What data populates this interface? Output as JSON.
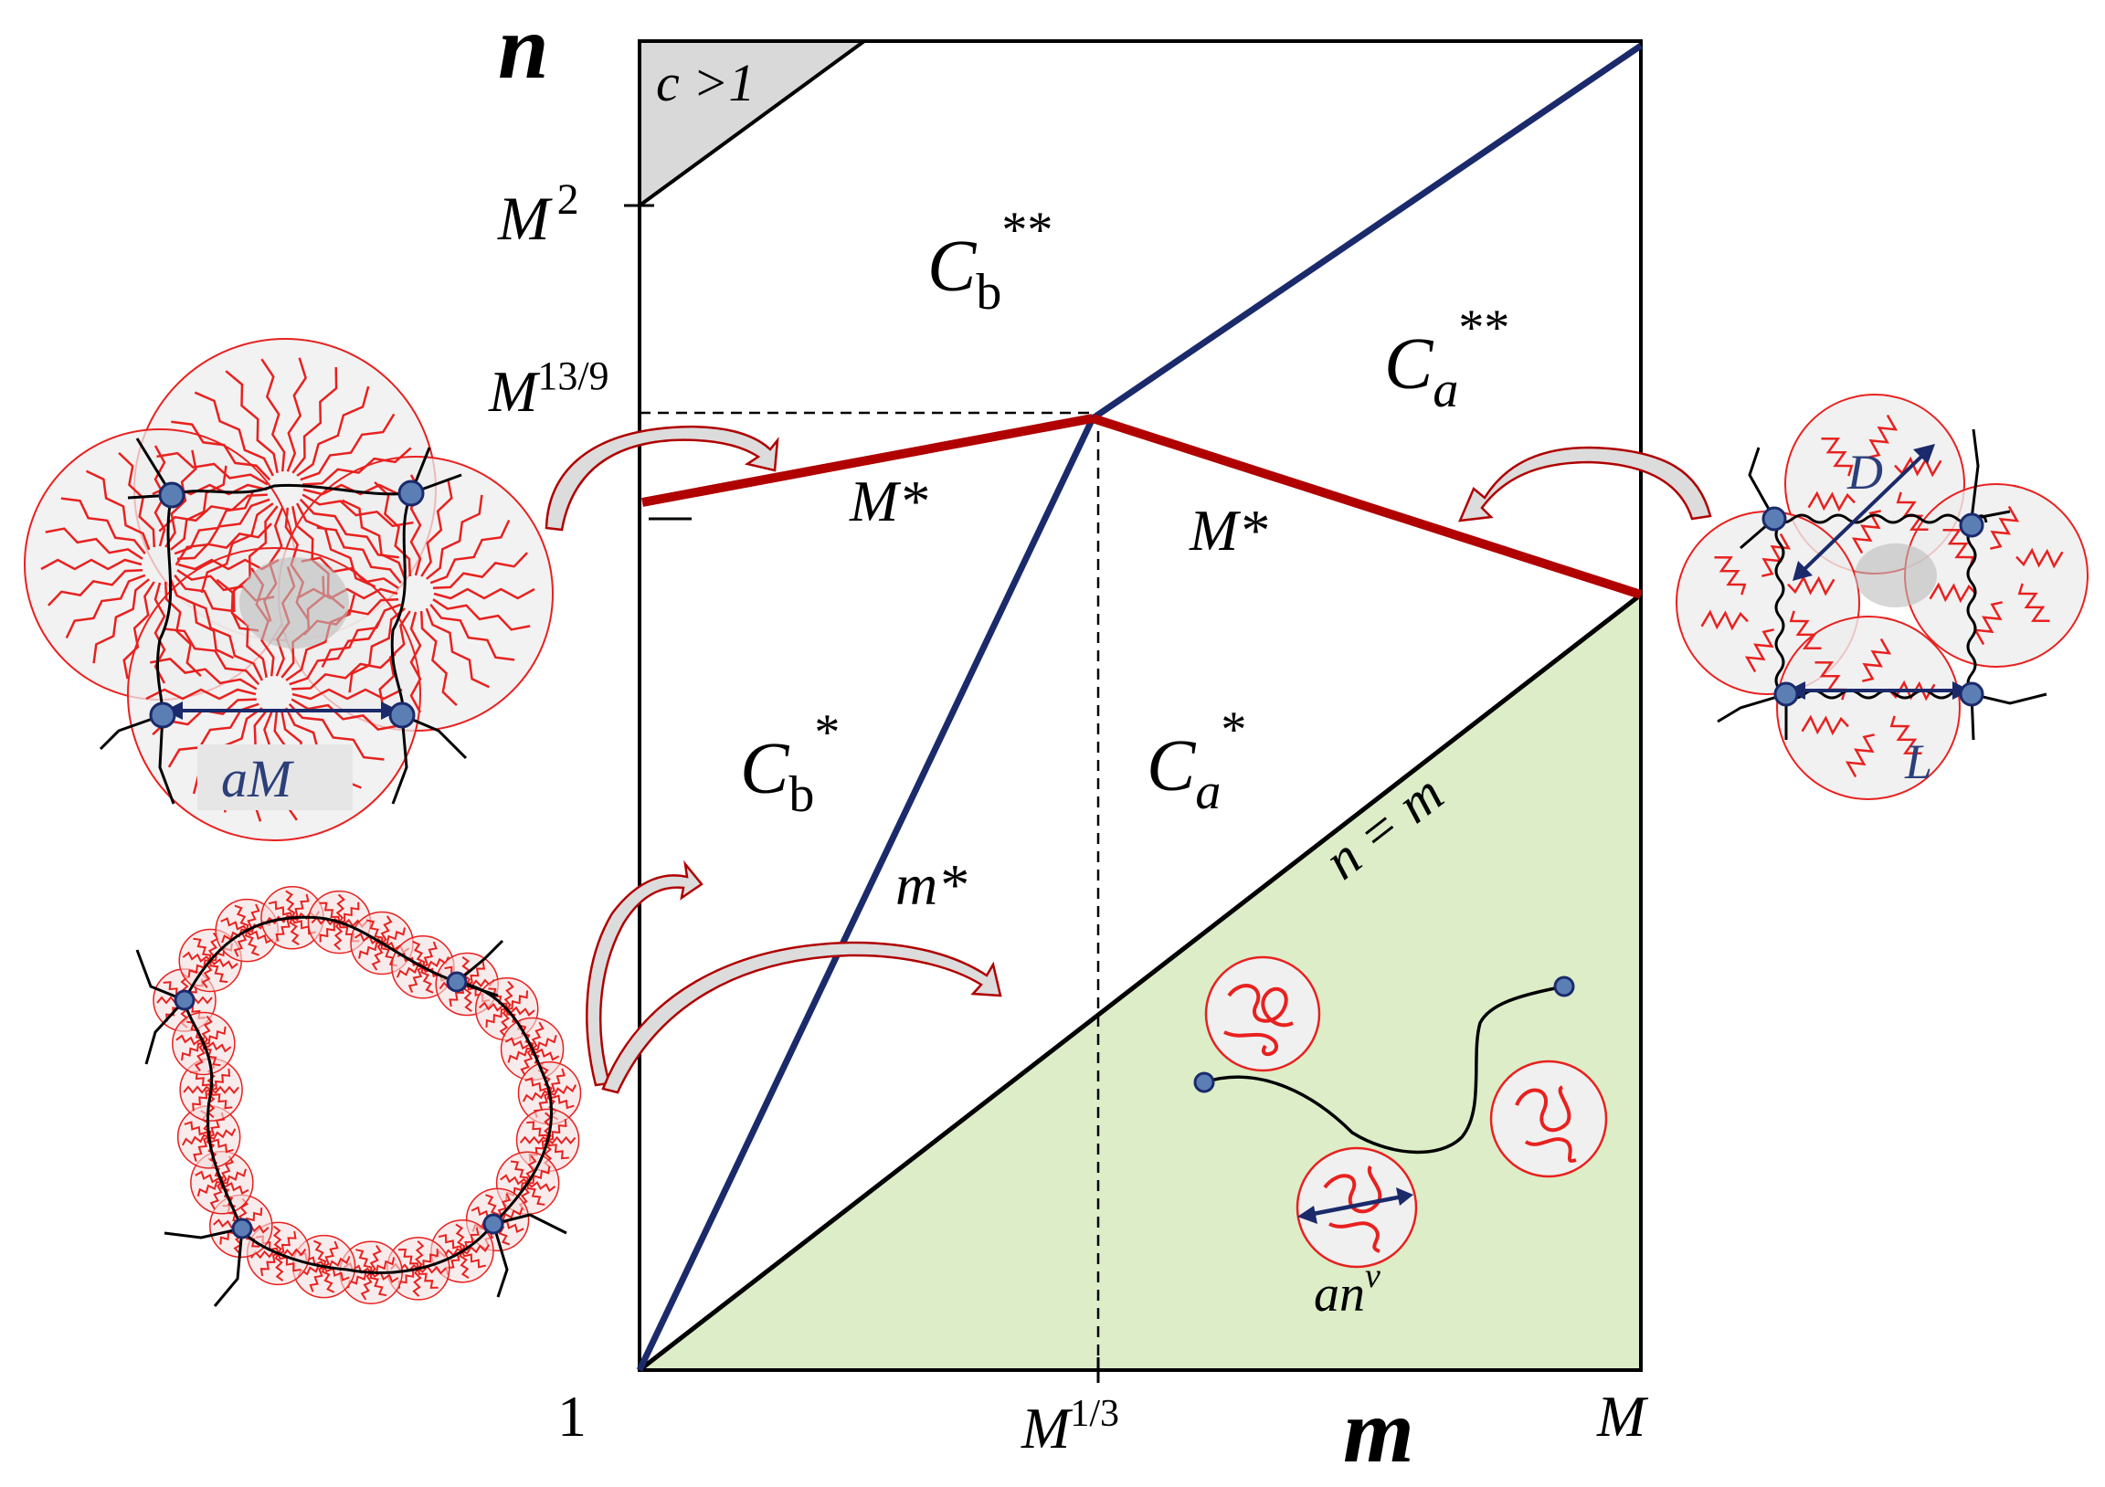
{
  "axes": {
    "y_symbol": "n",
    "x_symbol": "m",
    "origin": "1",
    "x_mid": {
      "base": "M",
      "sup": "1/3"
    },
    "x_end": "M",
    "y_ticks": [
      {
        "base": "M",
        "sup": "2"
      },
      {
        "base": "M",
        "sup": "13/9"
      }
    ]
  },
  "regions": {
    "c_gt_1": {
      "text": "c >1"
    },
    "Cb_ss": {
      "base": "C",
      "sub": "b",
      "sup": "**"
    },
    "Ca_ss": {
      "base": "C",
      "sub": "a",
      "sup": "**"
    },
    "Cb_s": {
      "base": "C",
      "sub": "b",
      "sup": "*"
    },
    "Ca_s": {
      "base": "C",
      "sub": "a",
      "sup": "*"
    }
  },
  "lines": {
    "M_star_left": "M*",
    "M_star_right": "M*",
    "m_star": "m*",
    "n_eq_m": "n = m"
  },
  "insets": {
    "top_left_label": "aM",
    "top_right_D": "D",
    "top_right_L": "L",
    "bottom_right_label": {
      "base": "an",
      "sup": "ν"
    }
  },
  "colors": {
    "blue_line": "#1b2a6b",
    "red_line": "#b00000",
    "green_fill": "#dcedc8",
    "grey_fill": "#d9d9d9",
    "bead_red": "#e8211f",
    "node_blue": "#5b7fb5"
  }
}
